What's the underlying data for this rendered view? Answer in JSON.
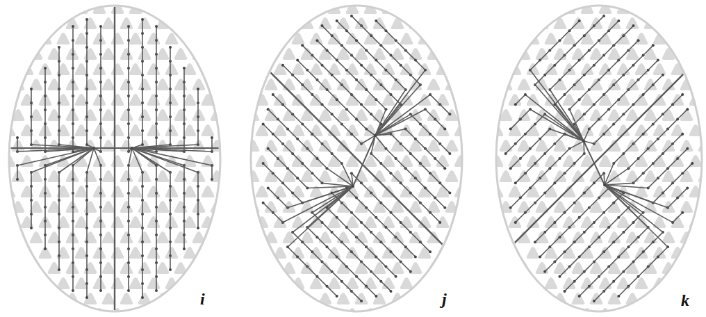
{
  "diagram": {
    "labels": [
      "i",
      "j",
      "k"
    ]
  }
}
